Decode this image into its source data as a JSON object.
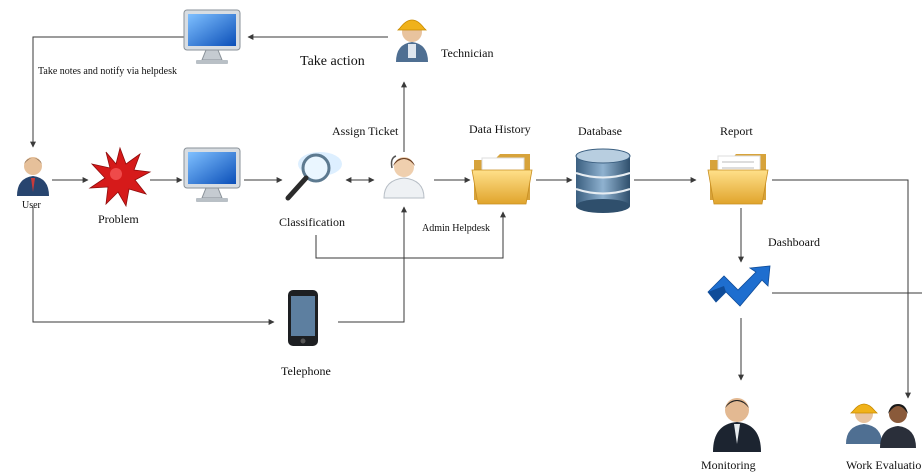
{
  "labels": {
    "user": "User",
    "problem": "Problem",
    "classification": "Classification",
    "assign_ticket": "Assign Ticket",
    "admin_helpdesk": "Admin Helpdesk",
    "data_history": "Data History",
    "database": "Database",
    "report": "Report",
    "dashboard": "Dashboard",
    "monitoring": "Monitoring",
    "work_evaluation": "Work Evaluatio",
    "telephone": "Telephone",
    "technician": "Technician",
    "take_action": "Take action",
    "take_notes": "Take notes and notify via helpdesk"
  },
  "colors": {
    "line": "#3a3a3a",
    "monitor_screen": "#1f6fd6",
    "folder": "#f2c24e",
    "problem_red": "#d61a1a",
    "database_blue": "#4d7fa8",
    "dashboard_blue": "#1e6ecf",
    "hardhat": "#f0b21a",
    "suit": "#1c2430"
  }
}
